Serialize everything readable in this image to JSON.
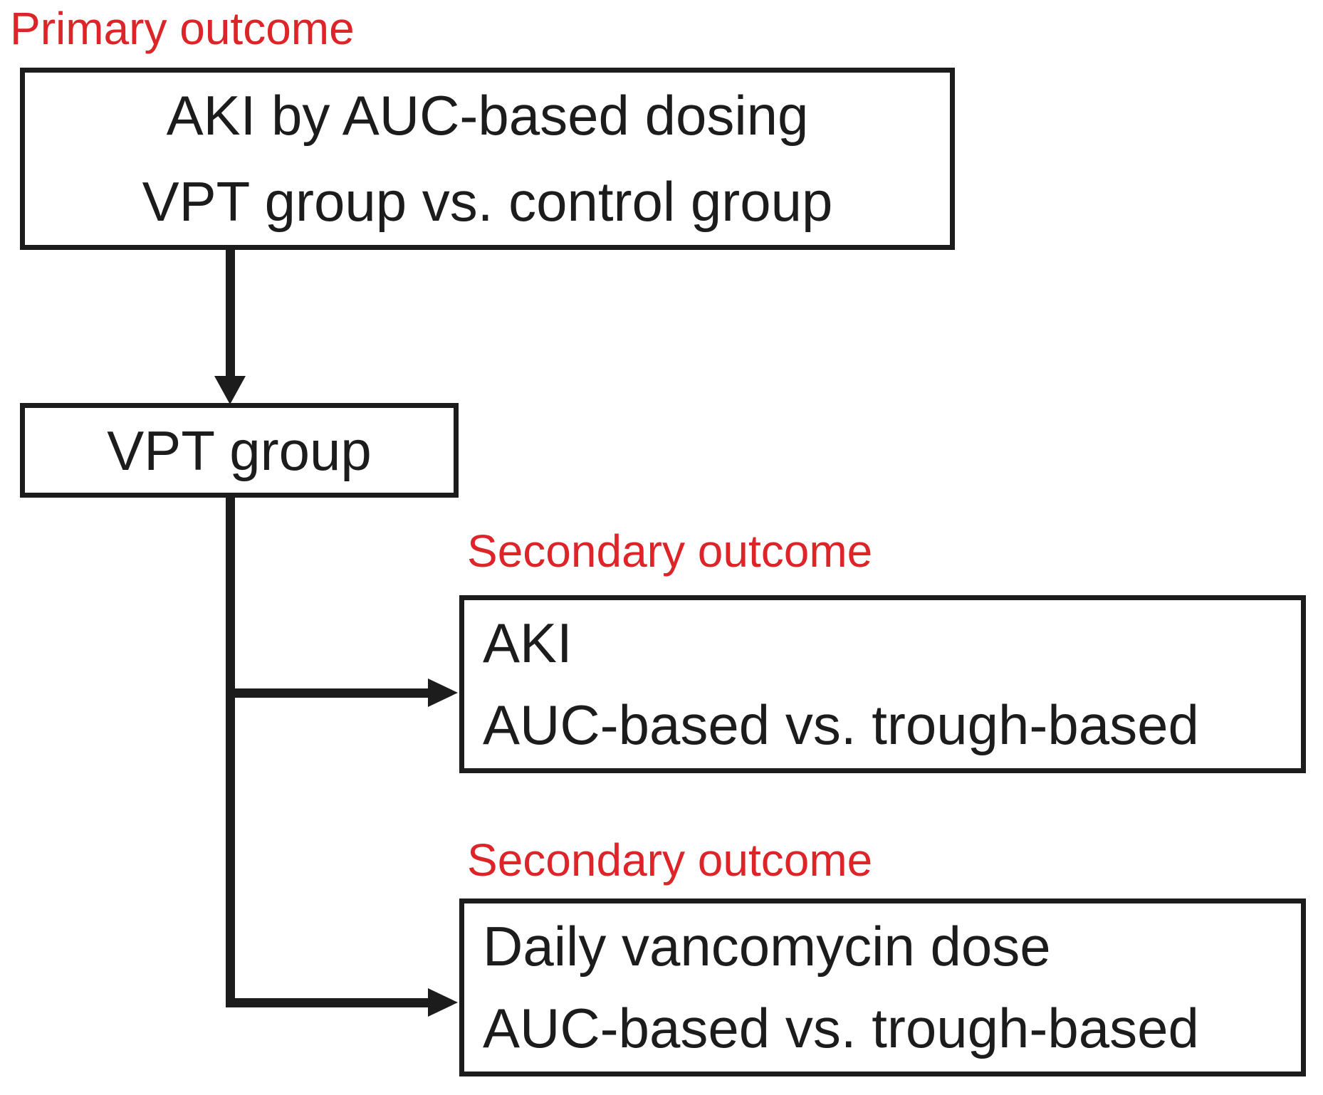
{
  "colors": {
    "label_red": "#dd2428",
    "ink": "#1c1c1c",
    "background": "#ffffff"
  },
  "diagram": {
    "primary_label": "Primary outcome",
    "primary_box": {
      "line1": "AKI by AUC-based dosing",
      "line2": "VPT group vs. control group"
    },
    "vpt_box": {
      "line1": "VPT group"
    },
    "secondary_1": {
      "label": "Secondary outcome",
      "box": {
        "line1": "AKI",
        "line2": "AUC-based vs. trough-based"
      }
    },
    "secondary_2": {
      "label": "Secondary outcome",
      "box": {
        "line1": "Daily vancomycin dose",
        "line2": "AUC-based vs. trough-based"
      }
    }
  }
}
